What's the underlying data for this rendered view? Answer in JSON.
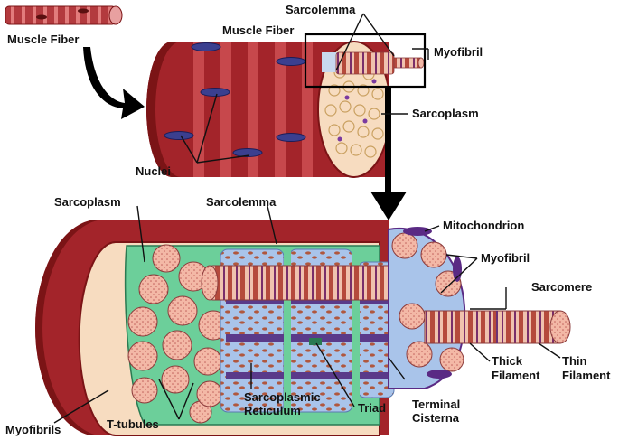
{
  "colors": {
    "muscle_dark": "#7b1416",
    "muscle_mid": "#a3242a",
    "muscle_light": "#c7484c",
    "sarcoplasm": "#f7dcc0",
    "myofibril_pink": "#f3b8a6",
    "nucleus": "#3b3f8f",
    "sr_green": "#6ccf9a",
    "sr_blue": "#a9c4ea",
    "mito_purple": "#5a2a84"
  },
  "labels": {
    "muscle_fiber_small": "Muscle Fiber",
    "muscle_fiber_large": "Muscle Fiber",
    "sarcolemma_top": "Sarcolemma",
    "myofibril_top": "Myofibril",
    "sarcoplasm_top": "Sarcoplasm",
    "nuclei": "Nuclei",
    "sarcoplasm_bottom": "Sarcoplasm",
    "sarcolemma_bottom": "Sarcolemma",
    "mitochondrion": "Mitochondrion",
    "myofibril_bottom": "Myofibril",
    "sarcomere": "Sarcomere",
    "thick_filament_1": "Thick",
    "thick_filament_2": "Filament",
    "thin_filament_1": "Thin",
    "thin_filament_2": "Filament",
    "terminal_cisterna_1": "Terminal",
    "terminal_cisterna_2": "Cisterna",
    "triad": "Triad",
    "sr_1": "Sarcoplasmic",
    "sr_2": "Reticulum",
    "t_tubules": "T-tubules",
    "myofibrils": "Myofibrils"
  }
}
